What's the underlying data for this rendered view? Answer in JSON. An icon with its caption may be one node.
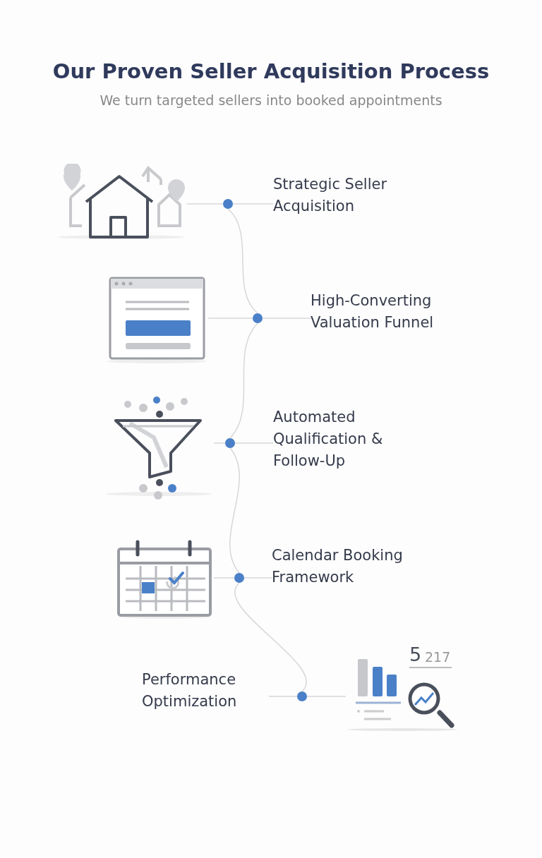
{
  "diagram": {
    "title": "Our Proven Seller Acquisition Process",
    "nodes": [
      {
        "text": [],
        "shape": "picture"
      },
      {
        "text": [],
        "shape": "circle"
      },
      {
        "text": [
          "Strategic Seller Acquisition"
        ]
      },
      {
        "text": [],
        "shape": "picture"
      },
      {
        "text": [],
        "shape": "circle"
      },
      {
        "text": [
          "High-Converting Valuation Funnel"
        ]
      },
      {
        "text": [],
        "shape": "picture"
      },
      {
        "text": [],
        "shape": "circle"
      },
      {
        "text": [
          "Automated Qualification & Follow-Up"
        ]
      },
      {
        "text": [],
        "shape": "picture"
      },
      {
        "text": [],
        "shape": "circle"
      },
      {
        "text": [
          "Calendar Booking Framework"
        ]
      },
      {
        "text": [
          "Performance Optimization"
        ]
      },
      {
        "text": [],
        "shape": "circle"
      },
      {
        "text": [],
        "shape": "picture"
      }
    ],
    "edges": [
      {
        "from": 0,
        "to": 1,
        "arrow": "none"
      },
      {
        "from": 1,
        "to": 2,
        "arrow": "none"
      },
      {
        "from": 3,
        "to": 4,
        "arrow": "none"
      },
      {
        "from": 4,
        "to": 5,
        "arrow": "none"
      },
      {
        "from": 6,
        "to": 7,
        "arrow": "none"
      },
      {
        "from": 7,
        "to": 8,
        "arrow": "none"
      },
      {
        "from": 9,
        "to": 10,
        "arrow": "none"
      },
      {
        "from": 10,
        "to": 11,
        "arrow": "none"
      },
      {
        "from": 13,
        "to": 12,
        "arrow": "none"
      },
      {
        "from": 13,
        "to": 14,
        "arrow": "none"
      },
      {
        "from": 1,
        "to": 4,
        "arrow": "none"
      },
      {
        "from": 4,
        "to": 7,
        "arrow": "none"
      },
      {
        "from": 7,
        "to": 10,
        "arrow": "none"
      },
      {
        "from": 10,
        "to": 13,
        "arrow": "none"
      }
    ],
    "labels": [
      "We turn targeted sellers into booked appointments",
      "5",
      "217"
    ]
  }
}
